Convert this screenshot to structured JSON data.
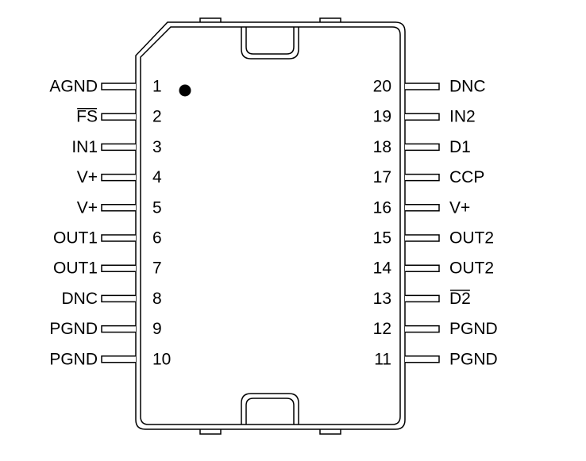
{
  "colors": {
    "stroke": "#000000",
    "fill": "#ffffff"
  },
  "left_pins": [
    {
      "number": "1",
      "label": "AGND",
      "overbar": false
    },
    {
      "number": "2",
      "label": "FS",
      "overbar": true
    },
    {
      "number": "3",
      "label": "IN1",
      "overbar": false
    },
    {
      "number": "4",
      "label": "V+",
      "overbar": false
    },
    {
      "number": "5",
      "label": "V+",
      "overbar": false
    },
    {
      "number": "6",
      "label": "OUT1",
      "overbar": false
    },
    {
      "number": "7",
      "label": "OUT1",
      "overbar": false
    },
    {
      "number": "8",
      "label": "DNC",
      "overbar": false
    },
    {
      "number": "9",
      "label": "PGND",
      "overbar": false
    },
    {
      "number": "10",
      "label": "PGND",
      "overbar": false
    }
  ],
  "right_pins": [
    {
      "number": "20",
      "label": "DNC",
      "overbar": false
    },
    {
      "number": "19",
      "label": "IN2",
      "overbar": false
    },
    {
      "number": "18",
      "label": "D1",
      "overbar": false
    },
    {
      "number": "17",
      "label": "CCP",
      "overbar": false
    },
    {
      "number": "16",
      "label": "V+",
      "overbar": false
    },
    {
      "number": "15",
      "label": "OUT2",
      "overbar": false
    },
    {
      "number": "14",
      "label": "OUT2",
      "overbar": false
    },
    {
      "number": "13",
      "label": "D2",
      "overbar": true
    },
    {
      "number": "12",
      "label": "PGND",
      "overbar": false
    },
    {
      "number": "11",
      "label": "PGND",
      "overbar": false
    }
  ]
}
